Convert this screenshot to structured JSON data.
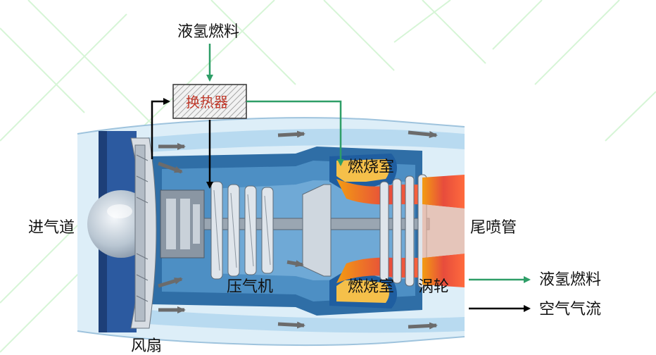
{
  "labels": {
    "top_fuel": "液氢燃料",
    "heat_exchanger": "换热器",
    "inlet": "进气道",
    "fan": "风扇",
    "compressor": "压气机",
    "combustor_top": "燃烧室",
    "combustor_bottom": "燃烧室",
    "turbine": "涡轮",
    "nozzle": "尾喷管"
  },
  "legend": {
    "fuel": "液氢燃料",
    "air": "空气气流"
  },
  "colors": {
    "fuel_line": "#2e9e67",
    "air_line": "#000000",
    "hx_text": "#c0392b"
  }
}
